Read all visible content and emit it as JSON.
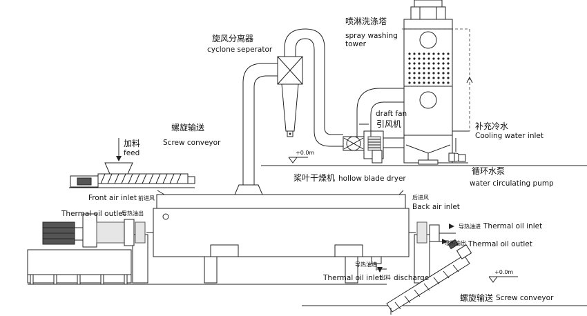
{
  "labels": {
    "cyclone_zh": "旋风分离器",
    "cyclone_en": "cyclone seperator",
    "tower_zh": "喷淋洗涤塔",
    "tower_en1": "spray washing",
    "tower_en2": "tower",
    "fan_en": "draft fan",
    "fan_zh": "引风机",
    "cooling_zh": "补充冷水",
    "cooling_en": "Cooling water inlet",
    "pump_zh": "循环水泵",
    "pump_en": "water circulating pump",
    "feed_zh": "加料",
    "feed_en": "feed",
    "screw_top_zh": "螺旋输送",
    "screw_top_en": "Screw conveyor",
    "dryer_zh": "桨叶干燥机",
    "dryer_en": "hollow blade dryer",
    "front_air_en": "Front air inlet",
    "front_air_zh": "前进风",
    "back_air_zh": "后进风",
    "back_air_en": "Back air inlet",
    "oil_outlet_left_en": "Thermal oil outlet",
    "oil_outlet_left_zh": "导热油出",
    "oil_inlet_right_zh": "导热油进",
    "oil_inlet_right_en": "Thermal oil inlet",
    "oil_outlet_right_zh": "导热油出",
    "oil_outlet_right_en": "Thermal oil outlet",
    "oil_inlet_bottom_zh": "导热油进",
    "oil_inlet_bottom_en": "Thermal oil inlet",
    "discharge_zh": "出料",
    "discharge_en": "discharge",
    "screw_bottom_zh": "螺旋输送",
    "screw_bottom_en": "Screw conveyor",
    "level_top": "+0.0m",
    "level_right": "+0.0m"
  }
}
